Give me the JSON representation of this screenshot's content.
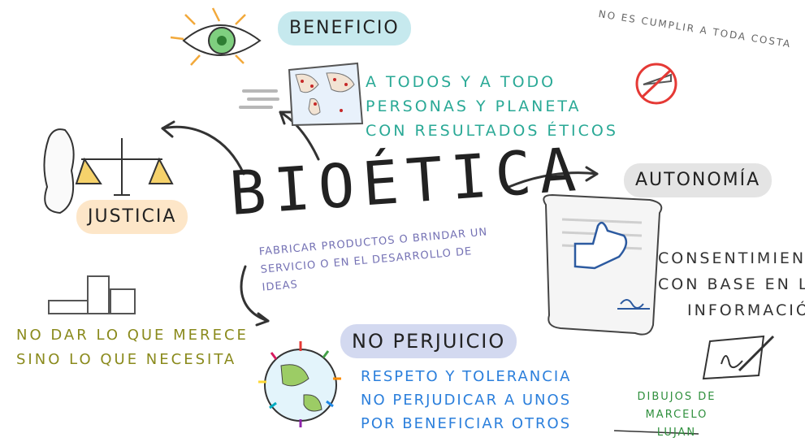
{
  "title": "BIOÉTICA",
  "subtitle": [
    "FABRICAR PRODUCTOS O BRINDAR UN",
    "SERVICIO O EN EL DESARROLLO DE IDEAS"
  ],
  "beneficio": {
    "label": "BENEFICIO",
    "lines": [
      "A TODOS Y A TODO",
      "PERSONAS Y PLANETA",
      "CON RESULTADOS ÉTICOS"
    ]
  },
  "justicia": {
    "label": "JUSTICIA",
    "lines": [
      "NO DAR LO QUE MERECE",
      "SINO LO QUE NECESITA"
    ]
  },
  "autonomia": {
    "label": "AUTONOMÍA",
    "lines": [
      "CONSENTIMIENTO",
      "CON BASE EN LA",
      "INFORMACIÓN"
    ]
  },
  "no_perjuicio": {
    "label": "NO PERJUICIO",
    "lines": [
      "RESPETO Y TOLERANCIA",
      "NO PERJUDICAR A UNOS",
      "POR BENEFICIAR OTROS"
    ]
  },
  "top_note": "NO ES CUMPLIR A TODA COSTA",
  "credit": [
    "DIBUJOS DE",
    "MARCELO LUJAN"
  ],
  "colors": {
    "beneficio_bg": "#c6e9ee",
    "justicia_bg": "#fde6c8",
    "autonomia_bg": "#e4e4e4",
    "no_perjuicio_bg": "#d3d9f0",
    "beneficio_text": "#2aa996",
    "justicia_text": "#8a8a1c",
    "no_perjuicio_text": "#2b7fdc",
    "subtitle_text": "#7471b4"
  }
}
